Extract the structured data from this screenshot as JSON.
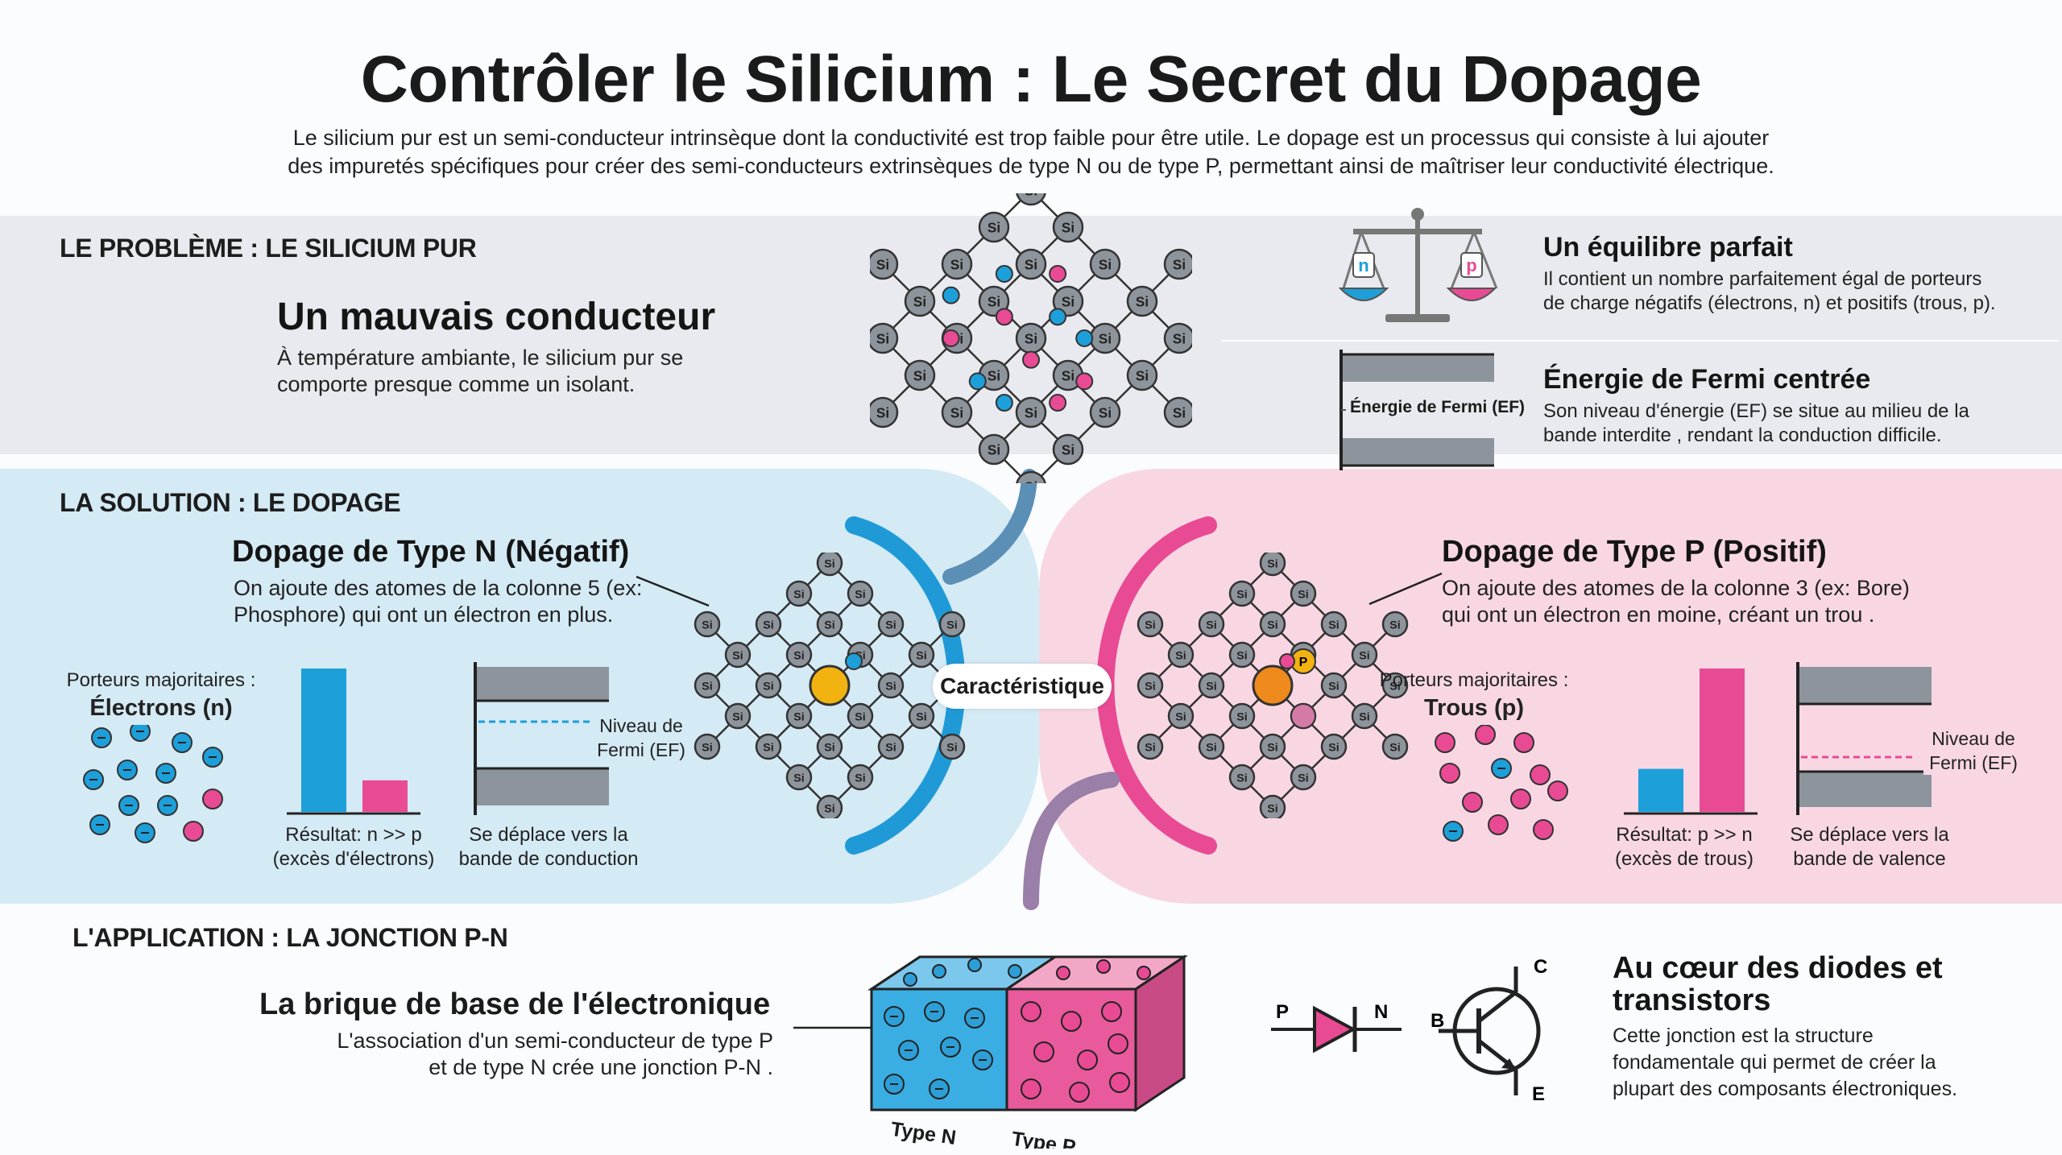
{
  "header": {
    "title": "Contrôler le Silicium : Le Secret du Dopage",
    "intro_line1": "Le silicium pur est un semi-conducteur  intrinsèque  dont la conductivité est trop faible pour être utile. Le dopage est un processus qui consiste à lui ajouter",
    "intro_line2": "des impuretés spécifiques pour créer des semi-conducteurs  extrinsèques  de type N ou de type P, permettant ainsi de maîtriser leur conductivité électrique."
  },
  "problem": {
    "label": "LE PROBLÈME : LE SILICIUM PUR",
    "heading": "Un mauvais conducteur",
    "text_line1": "À température ambiante, le silicium pur se",
    "text_line2": "comporte presque comme un isolant.",
    "equilibrium_title": "Un équilibre parfait",
    "equilibrium_line1": "Il contient un nombre parfaitement égal de porteurs",
    "equilibrium_line2": "de charge négatifs (électrons, n) et positifs (trous, p).",
    "scale_left": "n",
    "scale_right": "p",
    "fermi_title": "Énergie de Fermi centrée",
    "fermi_line1": "Son niveau d'énergie (EF) se situe au milieu de la",
    "fermi_line2": " bande interdite , rendant la conduction difficile.",
    "fermi_label": "Énergie de Fermi (EF)"
  },
  "solution": {
    "label": "LA SOLUTION : LE DOPAGE",
    "center_label": "Caractéristique",
    "atom_label": "Si",
    "n_type": {
      "title": "Dopage de Type N (Négatif)",
      "line1": "On ajoute des atomes de la colonne 5 (ex:",
      "line2": "Phosphore) qui ont un électron en plus.",
      "carriers_label": "Porteurs majoritaires :",
      "carriers_value": "Électrons (n)",
      "result_line1": "Résultat: n >> p",
      "result_line2": "(excès d'électrons)",
      "fermi_line1": "Niveau de",
      "fermi_line2": "Fermi (EF)",
      "move_line1": "Se déplace vers la",
      "move_line2": "bande de conduction",
      "bar_n": 1.0,
      "bar_p": 0.22
    },
    "p_type": {
      "title": "Dopage de Type P (Positif)",
      "line1": "On ajoute des atomes de la colonne 3 (ex: Bore)",
      "line2": "qui ont un électron en moine, créant un  trou .",
      "carriers_label": "Porteurs majoritaires :",
      "carriers_value": "Trous (p)",
      "result_line1": "Résultat: p >> n",
      "result_line2": "(excès de trous)",
      "fermi_line1": "Niveau de",
      "fermi_line2": "Fermi (EF)",
      "move_line1": "Se déplace vers la",
      "move_line2": "bande de valence",
      "bar_n": 0.3,
      "bar_p": 1.0,
      "dopant_label": "P"
    }
  },
  "application": {
    "label": "L'APPLICATION : LA JONCTION P-N",
    "heading": "La brique de base de l'électronique",
    "line1": "L'association d'un semi-conducteur de type P",
    "line2": "et de type N crée une  jonction P-N .",
    "block_n_label": "Type N",
    "block_p_label": "Type P",
    "diode_p": "P",
    "diode_n": "N",
    "transistor_b": "B",
    "transistor_c": "C",
    "transistor_e": "E",
    "heart_title_line1": "Au cœur des diodes et",
    "heart_title_line2": "transistors",
    "heart_line1": "Cette jonction est la structure",
    "heart_line2": "fondamentale qui permet de créer la",
    "heart_line3": "plupart des composants électroniques."
  },
  "colors": {
    "electron_blue": "#1d9fd9",
    "hole_pink": "#e84b93",
    "atom_grey": "#8e949b",
    "dopant_gold": "#f2b311",
    "dopant_orange": "#ef8a1c"
  }
}
